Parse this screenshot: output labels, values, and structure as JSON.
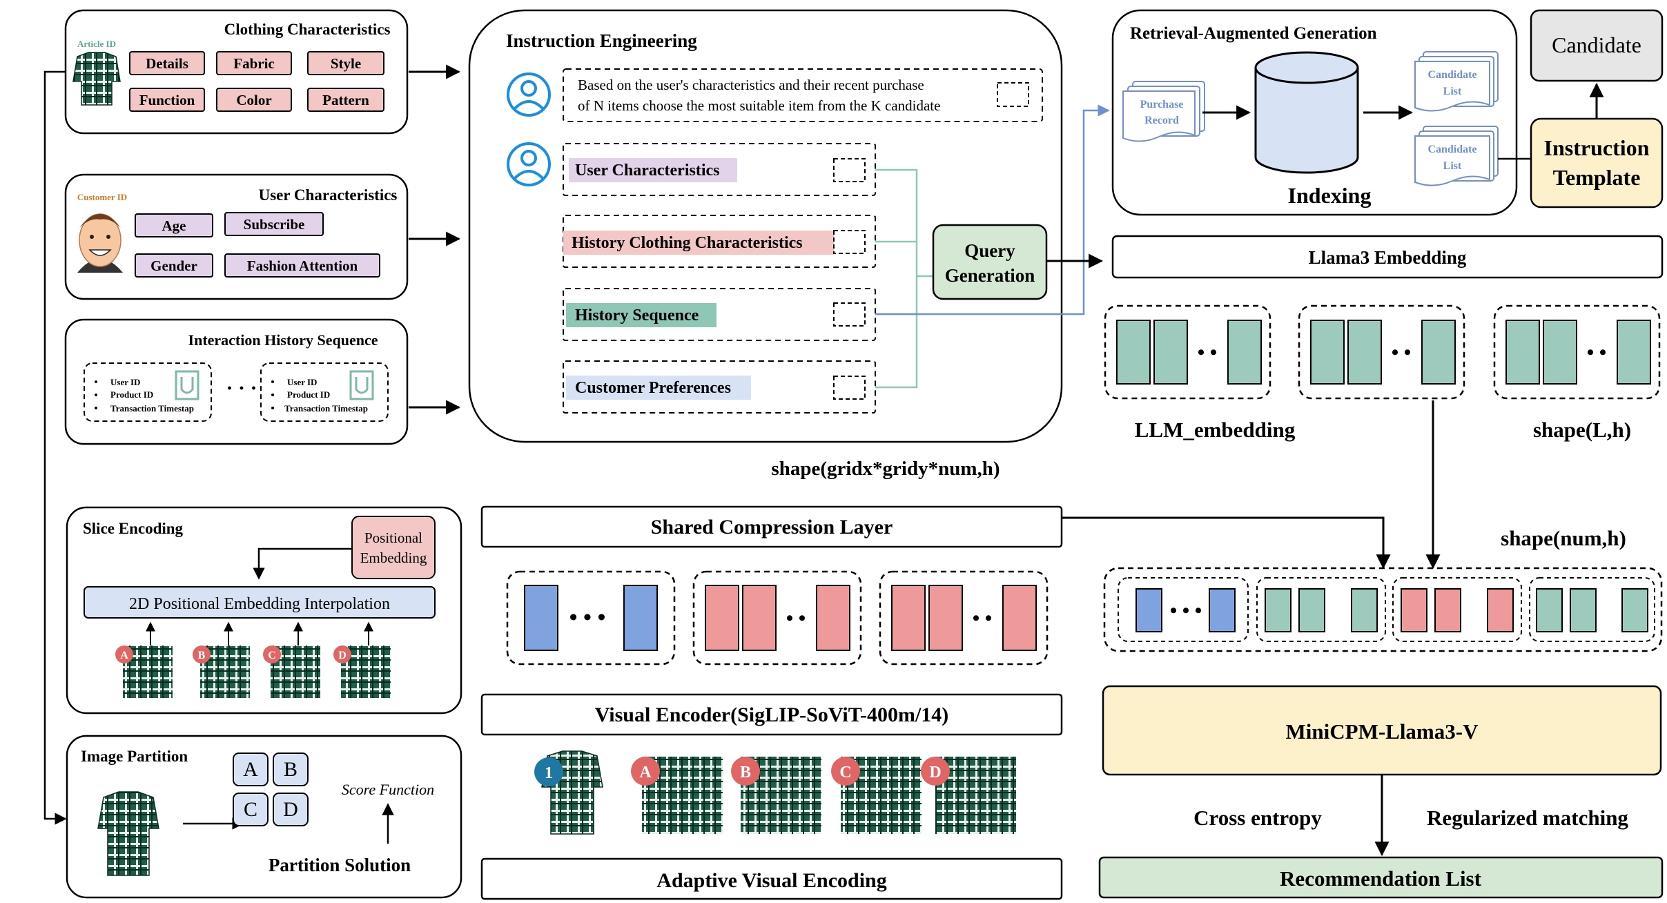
{
  "clothing": {
    "title": "Clothing Characteristics",
    "article_id": "Article ID",
    "tags": [
      "Details",
      "Fabric",
      "Style",
      "Function",
      "Color",
      "Pattern"
    ]
  },
  "user": {
    "title": "User Characteristics",
    "customer_id": "Customer ID",
    "tags": [
      "Age",
      "Subscribe",
      "Gender",
      "Fashion Attention"
    ]
  },
  "interaction": {
    "title": "Interaction History Sequence",
    "fields": [
      "User ID",
      "Product ID",
      "Transaction Timestap"
    ]
  },
  "instruction": {
    "title": "Instruction Engineering",
    "prompt_line1": "Based on the user's characteristics and their recent purchase",
    "prompt_line2": "of N items choose the most suitable item from the K candidate",
    "items": [
      "User Characteristics",
      "History Clothing Characteristics",
      "History Sequence",
      "Customer Preferences"
    ],
    "query": [
      "Query",
      "Generation"
    ]
  },
  "rag": {
    "title": "Retrieval-Augmented Generation",
    "purchase_record": [
      "Purchase",
      "Record"
    ],
    "indexing": "Indexing",
    "candidate_list": [
      "Candidate",
      "List"
    ]
  },
  "candidate": "Candidate",
  "instruction_template": [
    "Instruction",
    "Template"
  ],
  "llama_embedding": "Llama3 Embedding",
  "llm_embedding": "LLM_embedding",
  "shape_l_h": "shape(L,h)",
  "shape_grid": "shape(gridx*gridy*num,h)",
  "shape_num_h": "shape(num,h)",
  "slice": {
    "title": "Slice Encoding",
    "positional": [
      "Positional",
      "Embedding"
    ],
    "interp": "2D Positional Embedding Interpolation",
    "badges": [
      "A",
      "B",
      "C",
      "D"
    ]
  },
  "partition": {
    "title": "Image Partition",
    "grid": [
      "A",
      "B",
      "C",
      "D"
    ],
    "score": "Score Function",
    "solution": "Partition Solution"
  },
  "shared_layer": "Shared Compression Layer",
  "visual_encoder": "Visual Encoder(SigLIP-SoViT-400m/14)",
  "adaptive": "Adaptive Visual Encoding",
  "visual_badges": [
    "1",
    "A",
    "B",
    "C",
    "D"
  ],
  "minicpm": "MiniCPM-Llama3-V",
  "cross_entropy": "Cross entropy",
  "regularized": "Regularized matching",
  "recommendation": "Recommendation List",
  "colors": {
    "pink": "#f4c7c7",
    "purple": "#e3d3ea",
    "green_tile": "#9ccbbd",
    "blue_tile": "#7ea3df",
    "red_tile": "#ef9a9a",
    "yellow": "#fdf1cc",
    "green_box": "#d5e8d4",
    "badge_red": "#e06666",
    "badge_blue": "#1f78a4"
  }
}
